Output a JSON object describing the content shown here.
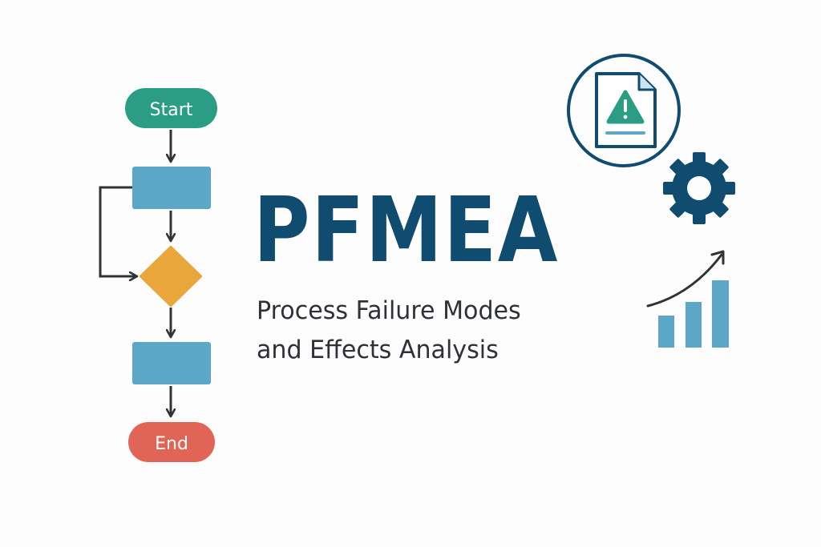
{
  "flowchart": {
    "start_label": "Start",
    "end_label": "End"
  },
  "title": "PFMEA",
  "subtitle": {
    "line1": "Process Failure Modes",
    "line2": "and Effects Analysis"
  },
  "icons": {
    "document": "document-warning-icon",
    "gear": "gear-icon",
    "chart": "bar-chart-trend-icon"
  },
  "colors": {
    "start": "#2a9d84",
    "process": "#5ca6c7",
    "decision": "#e9a73b",
    "end": "#e06557",
    "title": "#0f4c70",
    "subtitle": "#2e3137",
    "connector": "#2f3336"
  }
}
